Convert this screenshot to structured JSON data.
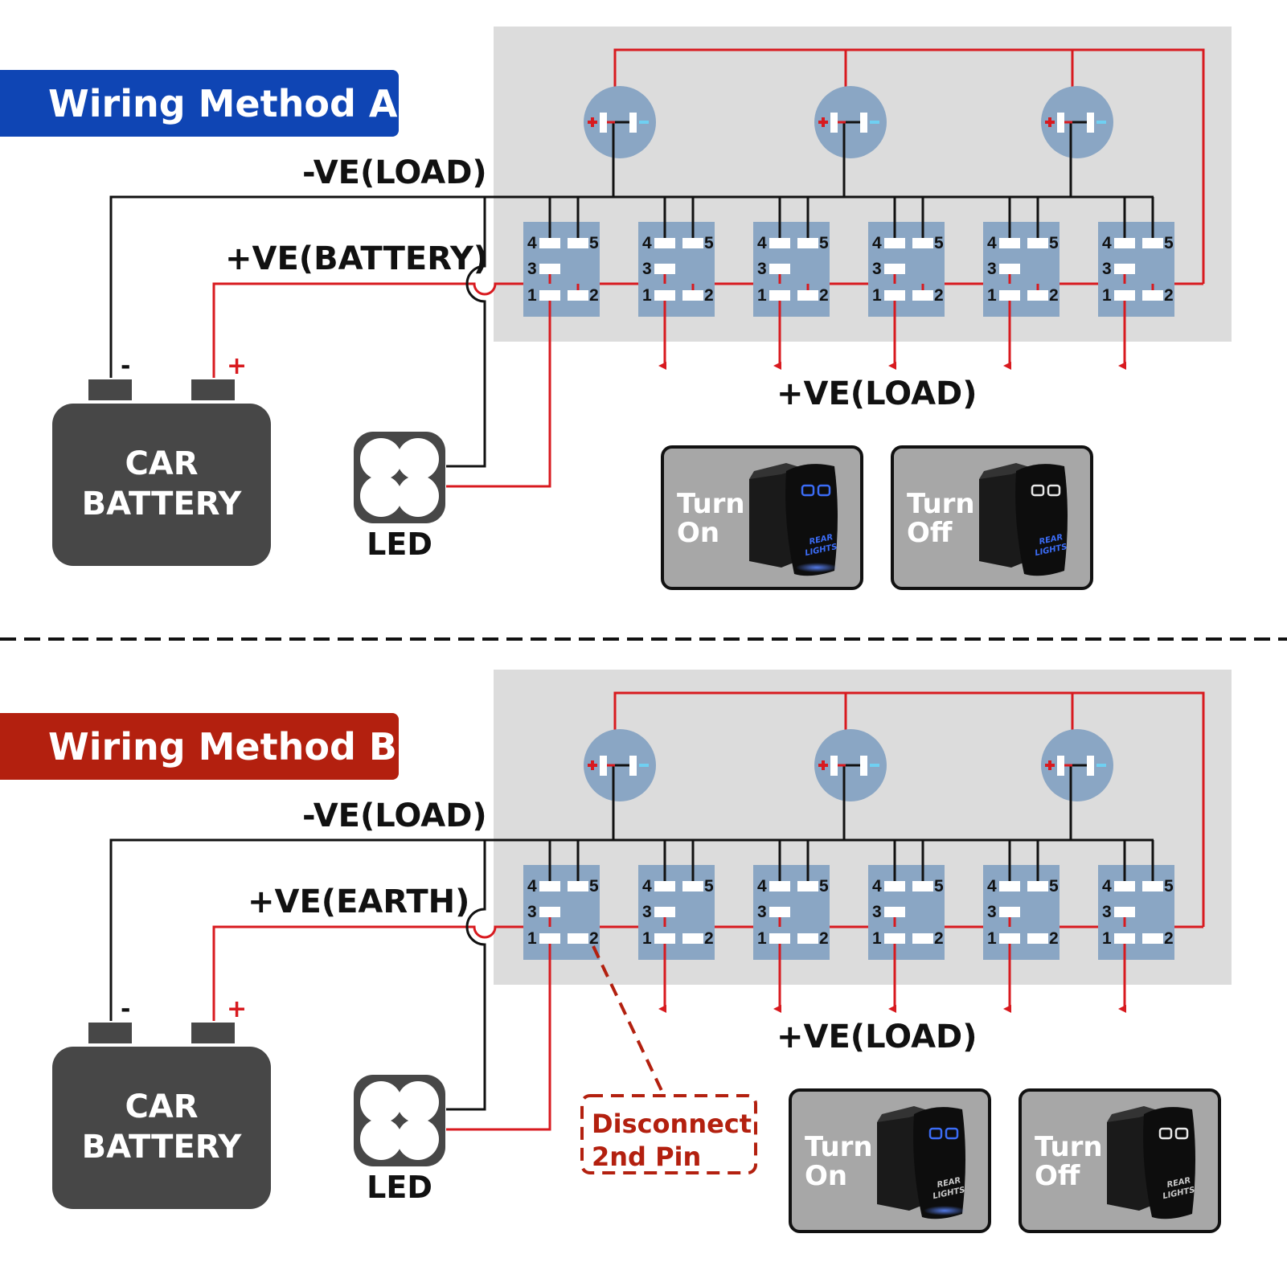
{
  "colors": {
    "method_a_banner": "#0f45b4",
    "method_b_banner": "#b3200f",
    "wire_positive": "#d81a1f",
    "wire_negative": "#111111",
    "panel_bg": "#dcdcdc",
    "switch_body": "#8aa6c4",
    "battery_body": "#474747",
    "switch_photo_bg": "#a7a7a7",
    "negative_terminal_mark": "#6fd0f2",
    "disconnect_note": "#b3200f",
    "rocker_glow": "#3b6cf5"
  },
  "sections": [
    {
      "id": "A",
      "title": "Wiring Method A",
      "labels": {
        "neg_load": "-VE(LOAD)",
        "pos_supply": "+VE(BATTERY)",
        "pos_load": "+VE(LOAD)"
      },
      "battery": {
        "line1": "CAR",
        "line2": "BATTERY",
        "neg": "-",
        "pos": "+"
      },
      "led_label": "LED",
      "pin2_connected": true,
      "load_lamps": 3,
      "switch_count": 6,
      "pin_labels": [
        "4",
        "5",
        "3",
        "1",
        "2"
      ],
      "states": [
        {
          "line1": "Turn",
          "line2": "On",
          "lit": true,
          "legend": "REAR LIGHTS",
          "legend_lit": true
        },
        {
          "line1": "Turn",
          "line2": "Off",
          "lit": false,
          "legend": "REAR LIGHTS",
          "legend_lit": true
        }
      ]
    },
    {
      "id": "B",
      "title": "Wiring Method B",
      "labels": {
        "neg_load": "-VE(LOAD)",
        "pos_supply": "+VE(EARTH)",
        "pos_load": "+VE(LOAD)"
      },
      "battery": {
        "line1": "CAR",
        "line2": "BATTERY",
        "neg": "-",
        "pos": "+"
      },
      "led_label": "LED",
      "pin2_connected": false,
      "load_lamps": 3,
      "switch_count": 6,
      "pin_labels": [
        "4",
        "5",
        "3",
        "1",
        "2"
      ],
      "note": {
        "line1": "Disconnect",
        "line2": "2nd Pin"
      },
      "states": [
        {
          "line1": "Turn",
          "line2": "On",
          "lit": true,
          "legend": "REAR LIGHTS",
          "legend_lit": false
        },
        {
          "line1": "Turn",
          "line2": "Off",
          "lit": false,
          "legend": "REAR LIGHTS",
          "legend_lit": false
        }
      ]
    }
  ]
}
